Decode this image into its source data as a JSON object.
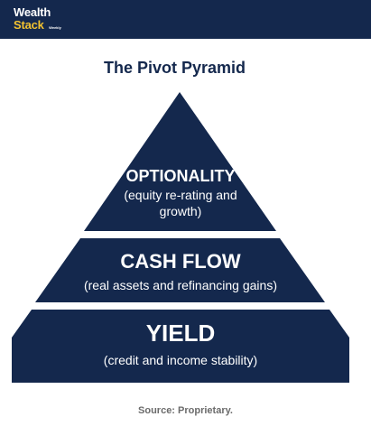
{
  "brand": {
    "line1": "Wealth",
    "line2": "Stack",
    "suffix": "Weekly"
  },
  "title": "The Pivot Pyramid",
  "tiers": [
    {
      "label": "OPTIONALITY",
      "description": "(equity re-rating and growth)"
    },
    {
      "label": "CASH FLOW",
      "description": "(real assets and refinancing gains)"
    },
    {
      "label": "YIELD",
      "description": "(credit and income stability)"
    }
  ],
  "source": "Source: Proprietary.",
  "colors": {
    "header": "#14284d",
    "tier": "#14284d",
    "accent": "#f2c230"
  }
}
